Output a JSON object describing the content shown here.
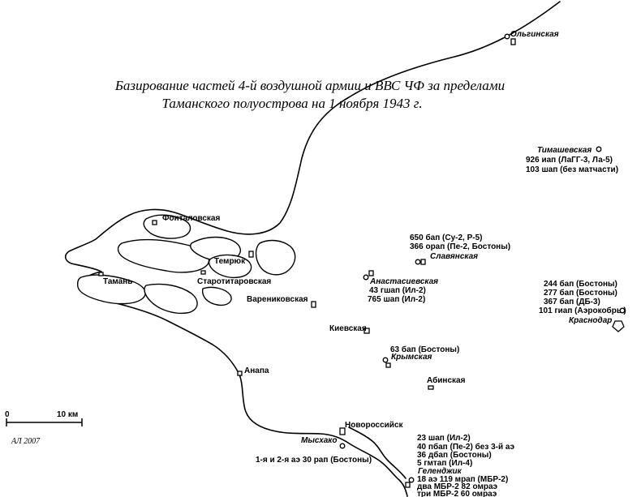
{
  "title": {
    "line1": "Базирование частей 4-й воздушной армии и ВВС ЧФ за пределами",
    "line2": "Таманского полуострова на 1 ноября 1943 г."
  },
  "places": {
    "olginskaya": "Ольгинская",
    "timashevskaya": "Тимашевская",
    "fontalovskaya": "Фонталовская",
    "temryuk": "Темрюк",
    "taman": "Тамань",
    "starotitarovskaya": "Старотитаровская",
    "slavyanskaya": "Славянская",
    "anastasievskaya": "Анастасиевская",
    "varenikovskaya": "Варениковская",
    "kievskaya": "Киевская",
    "krymskaya": "Крымская",
    "anapa": "Анапа",
    "abinskaya": "Абинская",
    "krasnodar": "Краснодар",
    "novorossiysk": "Новороссийск",
    "myskhako": "Мысхако",
    "gelendzhik": "Геленджик"
  },
  "units": {
    "timashevskaya": [
      "926 иап (ЛаГГ-3, Ла-5)",
      "103 шап (без матчасти)"
    ],
    "slavyanskaya": [
      "650 бап (Су-2, Р-5)",
      "366 орап (Пе-2, Бостоны)"
    ],
    "anastasievskaya": [
      "43 гшап (Ил-2)",
      "765 шап (Ил-2)"
    ],
    "krasnodar": [
      "244 бап (Бостоны)",
      "277 бап (Бостоны)",
      "367 бап (ДБ-3)",
      "101 гиап (Аэрокобры)"
    ],
    "krymskaya": [
      "63 бап (Бостоны)"
    ],
    "myskhako": [
      "1-я и 2-я аэ 30 рап (Бостоны)"
    ],
    "novorossiysk": [
      "23 шап (Ил-2)",
      "40 пбап (Пе-2) без 3-й аэ",
      "36 дбап (Бостоны)",
      "5 гмтап (Ил-4)"
    ],
    "gelendzhik": [
      "18 аэ 119 мрап (МБР-2)",
      "два МБР-2 82 омраэ",
      "три МБР-2 60 омраэ"
    ]
  },
  "scale": {
    "zero": "0",
    "label": "10 км"
  },
  "signature": "АЛ 2007"
}
